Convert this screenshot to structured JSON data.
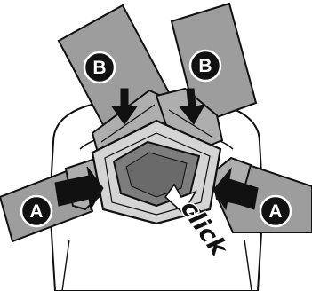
{
  "diagram": {
    "step_a_label": "A",
    "step_b_label": "B",
    "sound_label": "click",
    "colors": {
      "strap": "#9d9d9d",
      "tongue": "#aeaeae",
      "buckle_frame": "#d4d4d4",
      "button": "#7d7d7d",
      "button_inner": "#6a6a6a",
      "outline": "#111111",
      "badge": "#111111",
      "arrow": "#111111",
      "body": "#ffffff"
    }
  }
}
